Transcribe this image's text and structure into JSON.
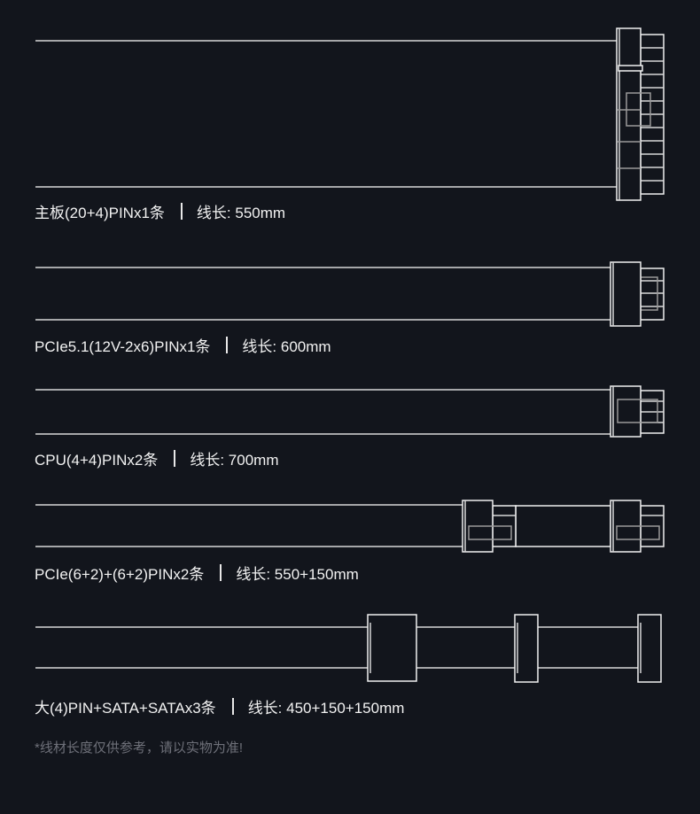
{
  "cables": [
    {
      "name": "主板(20+4)PINx1条",
      "length_label": "线长: 550mm"
    },
    {
      "name": "PCIe5.1(12V-2x6)PINx1条",
      "length_label": "线长: 600mm"
    },
    {
      "name": "CPU(4+4)PINx2条",
      "length_label": "线长: 700mm"
    },
    {
      "name": "PCIe(6+2)+(6+2)PINx2条",
      "length_label": "线长: 550+150mm"
    },
    {
      "name": "大(4)PIN+SATA+SATAx3条",
      "length_label": "线长: 450+150+150mm"
    }
  ],
  "note": "*线材长度仅供参考，请以实物为准!"
}
